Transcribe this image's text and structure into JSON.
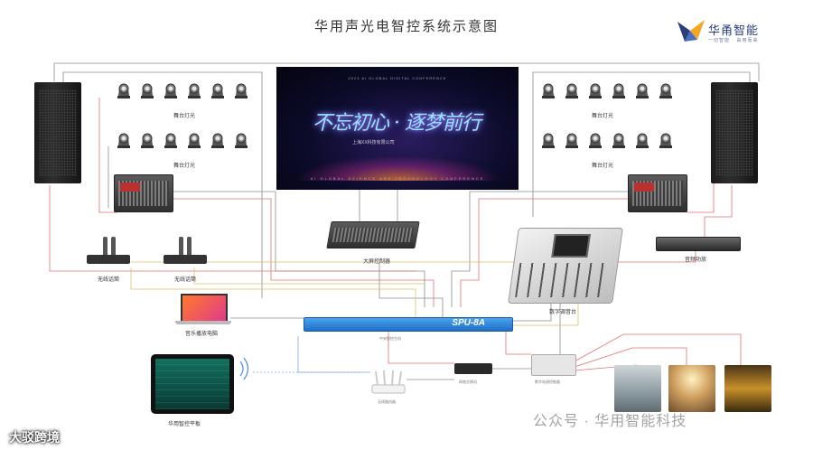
{
  "title": "华用声光电智控系统示意图",
  "logo": {
    "name": "华甬智能",
    "slogan": "一切智能 · 由用而来"
  },
  "labels": {
    "stage_light_tl": "舞台灯光",
    "stage_light_ml": "舞台灯光",
    "stage_light_tr": "舞台灯光",
    "stage_light_mr": "舞台灯光",
    "screen_controller": "大屏控制器",
    "wireless_mic_1": "无线话筒",
    "wireless_mic_2": "无线话筒",
    "music_player": "音乐播放电脑",
    "central_controller": "中央智控主机",
    "digital_mixer": "数字调音台",
    "power_amp": "音频功放",
    "smart_tablet": "华用智控平板",
    "wireless_router": "无线路由器",
    "network_switch": "网络交换机",
    "power_controller": "数字电源控制器"
  },
  "screen": {
    "topline": "2023 AI GLOBAL DIGITAL CONFERENCE",
    "slogan": "不忘初心 · 逐梦前行",
    "company": "上海XX科技有限公司",
    "bottomline": "AI   GLOBAL   SCIENCE   ARS   TECHNOLOGY   CONFERENCE"
  },
  "processor_brand": "SPU-8A",
  "watermarks": {
    "wechat": "公众号 · 华用智能科技",
    "corner": "大驳跨境"
  },
  "colors": {
    "cable_gray": "#8c8c8c",
    "cable_red": "#e07070",
    "cable_yellow": "#e0c060",
    "cable_blue": "#7aa8e0"
  }
}
